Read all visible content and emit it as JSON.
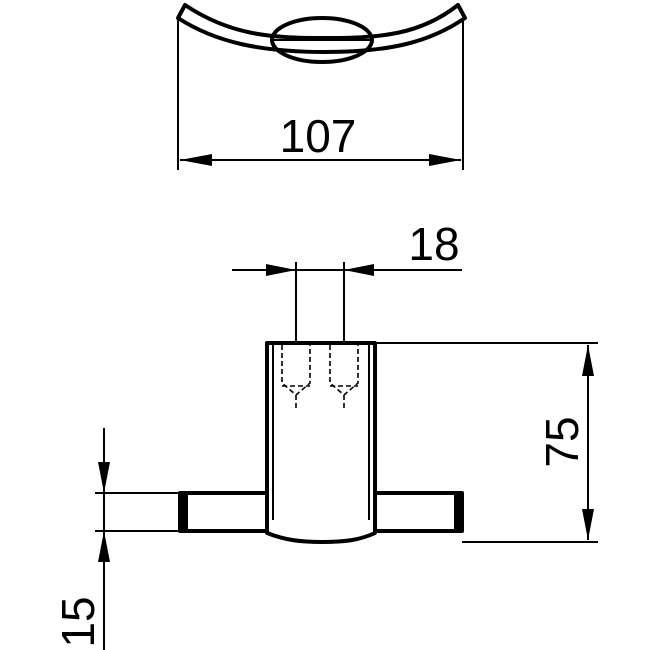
{
  "dimensions": {
    "width": "107",
    "screw_spacing": "18",
    "height": "75",
    "arm_thickness": "15"
  }
}
